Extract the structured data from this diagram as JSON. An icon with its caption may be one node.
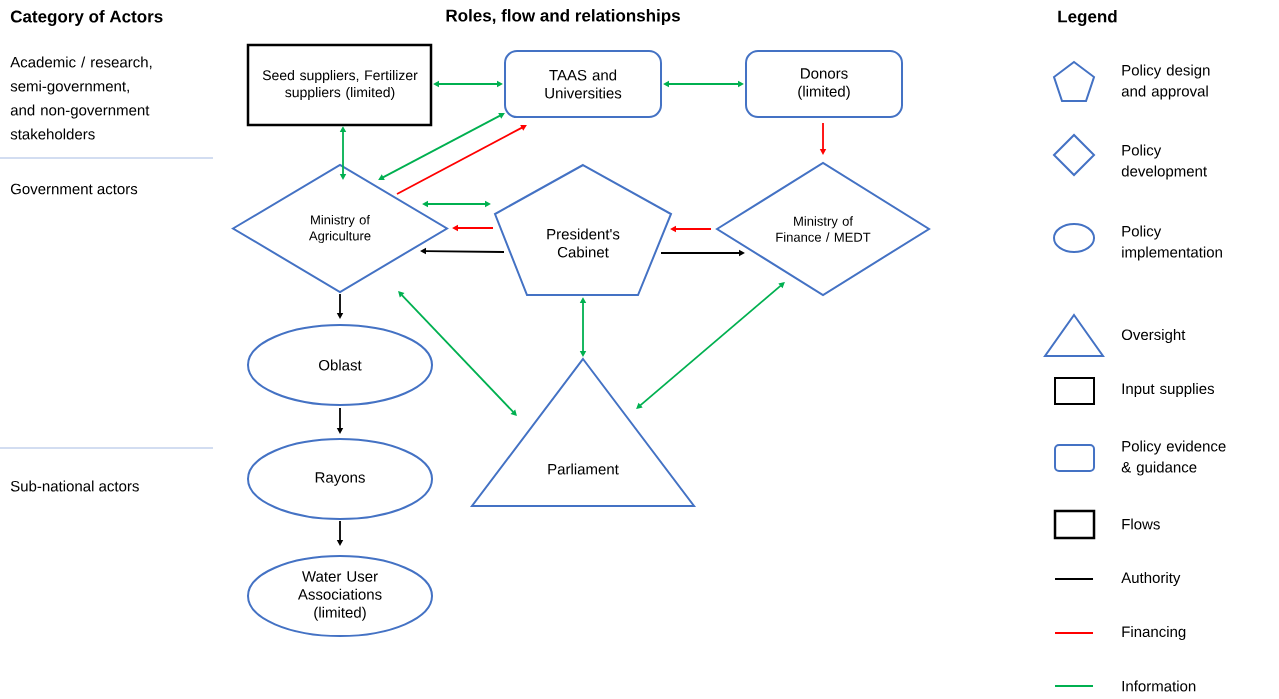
{
  "diagram": {
    "title": "Roles, flow and relationships",
    "nodes": [
      {
        "text": [
          "Seed suppliers, Fertilizer suppliers (limited)"
        ]
      },
      {
        "text": [
          "TAAS and Universities"
        ]
      },
      {
        "text": [
          "Donors (limited)"
        ]
      },
      {
        "text": [
          "Ministry of Agriculture"
        ]
      },
      {
        "text": [
          "President's Cabinet"
        ]
      },
      {
        "text": [
          "Ministry of Finance / MEDT"
        ]
      },
      {
        "text": [
          "Oblast"
        ]
      },
      {
        "text": [
          "Parliament"
        ]
      },
      {
        "text": [
          "Rayons"
        ]
      },
      {
        "text": [
          "Water User Associations (limited)"
        ]
      }
    ],
    "edges": [
      {
        "from": 0,
        "to": 1,
        "arrow": "both"
      },
      {
        "from": 1,
        "to": 2,
        "arrow": "both"
      },
      {
        "from": 0,
        "to": 3,
        "arrow": "both"
      },
      {
        "from": 1,
        "to": 3,
        "arrow": "both"
      },
      {
        "from": 3,
        "to": 1,
        "arrow": "to",
        "color": "#ff0000"
      },
      {
        "from": 2,
        "to": 5,
        "arrow": "to",
        "color": "#ff0000"
      },
      {
        "from": 3,
        "to": 4,
        "arrow": "both"
      },
      {
        "from": 4,
        "to": 3,
        "arrow": "to",
        "color": "#ff0000"
      },
      {
        "from": 4,
        "to": 3,
        "arrow": "to",
        "color": "#000000"
      },
      {
        "from": 4,
        "to": 5,
        "arrow": "to",
        "color": "#000000"
      },
      {
        "from": 5,
        "to": 4,
        "arrow": "to",
        "color": "#ff0000"
      },
      {
        "from": 3,
        "to": 6,
        "arrow": "to",
        "color": "#000000"
      },
      {
        "from": 3,
        "to": 7,
        "arrow": "both"
      },
      {
        "from": 4,
        "to": 7,
        "arrow": "both"
      },
      {
        "from": 5,
        "to": 7,
        "arrow": "both"
      },
      {
        "from": 6,
        "to": 8,
        "arrow": "to",
        "color": "#000000"
      },
      {
        "from": 8,
        "to": 9,
        "arrow": "to",
        "color": "#000000"
      }
    ],
    "labels": [
      "Category of Actors",
      "Academic / research, semi-government, and non-government stakeholders",
      "Government actors",
      "Sub-national actors",
      "Legend"
    ],
    "legend": [
      {
        "text": "Policy design and approval"
      },
      {
        "text": "Policy development"
      },
      {
        "text": "Policy implementation"
      },
      {
        "text": "Oversight"
      },
      {
        "text": "Input supplies"
      },
      {
        "text": "Policy evidence & guidance"
      },
      {
        "text": "Flows"
      },
      {
        "text": "Authority"
      },
      {
        "text": "Financing"
      },
      {
        "text": "Information"
      }
    ]
  }
}
